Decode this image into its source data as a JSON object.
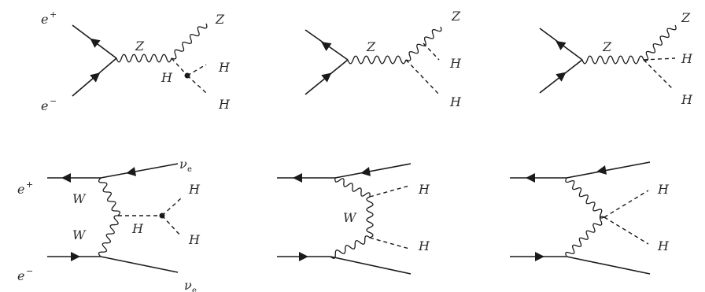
{
  "labels": {
    "e_plus": "e",
    "e_minus": "e",
    "plus_sign": "+",
    "minus_sign": "−",
    "Z": "Z",
    "H": "H",
    "W": "W",
    "nu": "ν",
    "nu_sub": "e"
  },
  "diagrams": [
    {
      "id": "s-channel-trilinear",
      "row": 1,
      "propagators": [
        "Z",
        "H"
      ],
      "final_state": [
        "Z",
        "H",
        "H"
      ]
    },
    {
      "id": "s-channel-zh-radiation",
      "row": 1,
      "propagators": [
        "Z"
      ],
      "final_state": [
        "Z",
        "H",
        "H"
      ]
    },
    {
      "id": "s-channel-quartic",
      "row": 1,
      "propagators": [
        "Z"
      ],
      "final_state": [
        "Z",
        "H",
        "H"
      ]
    },
    {
      "id": "ww-fusion-trilinear",
      "row": 2,
      "propagators": [
        "W",
        "W",
        "H"
      ],
      "final_state": [
        "νe",
        "νe",
        "H",
        "H"
      ]
    },
    {
      "id": "ww-fusion-ww-radiation",
      "row": 2,
      "propagators": [
        "W"
      ],
      "final_state": [
        "H",
        "H"
      ]
    },
    {
      "id": "ww-fusion-quartic",
      "row": 2,
      "propagators": [],
      "final_state": [
        "H",
        "H"
      ]
    }
  ]
}
